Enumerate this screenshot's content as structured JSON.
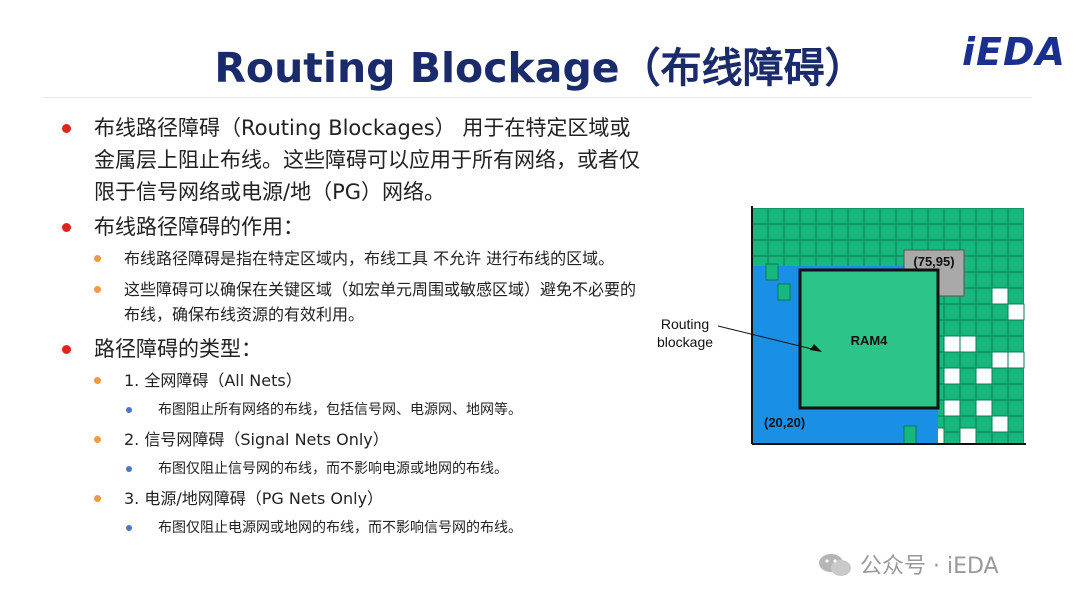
{
  "slide": {
    "title": "Routing Blockage（布线障碍）",
    "logo": "iEDA"
  },
  "bullets": {
    "b1": "布线路径障碍（Routing Blockages） 用于在特定区域或金属层上阻止布线。这些障碍可以应用于所有网络，或者仅限于信号网络或电源/地（PG）网络。",
    "b2": "布线路径障碍的作用：",
    "b2_1": "布线路径障碍是指在特定区域内，布线工具 不允许 进行布线的区域。",
    "b2_2": "这些障碍可以确保在关键区域（如宏单元周围或敏感区域）避免不必要的布线，确保布线资源的有效利用。",
    "b3": "路径障碍的类型：",
    "t1": "1. 全网障碍（All Nets）",
    "t1_d": "布图阻止所有网络的布线，包括信号网、电源网、地网等。",
    "t2": "2. 信号网障碍（Signal Nets Only）",
    "t2_d": "布图仅阻止信号网的布线，而不影响电源或地网的布线。",
    "t3": "3. 电源/地网障碍（PG Nets Only）",
    "t3_d": "布图仅阻止电源网或地网的布线，而不影响信号网的布线。"
  },
  "diagram": {
    "macro_label": "RAM4",
    "coord_top_right": "(75,95)",
    "coord_bottom_left": "(20,20)",
    "routing_label_line1": "Routing",
    "routing_label_line2": "blockage",
    "colors": {
      "grid_green": "#16b87e",
      "blockage_blue": "#1a8fe6",
      "macro_fill": "#2cc489",
      "gray_box": "#a9a9a9"
    }
  },
  "watermark": "公众号 · iEDA"
}
